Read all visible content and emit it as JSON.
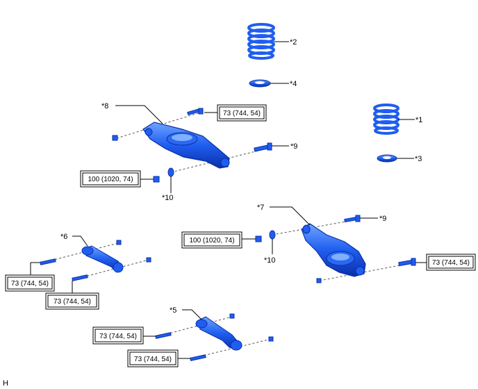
{
  "callouts": {
    "c1": "*1",
    "c2": "*2",
    "c3": "*3",
    "c4": "*4",
    "c5": "*5",
    "c6": "*6",
    "c7": "*7",
    "c8": "*8",
    "c9a": "*9",
    "c9b": "*9",
    "c10a": "*10",
    "c10b": "*10"
  },
  "torque": {
    "t_upper_arm": "73 (744, 54)",
    "t_upper_nut": "100 (1020, 74)",
    "t_lower_arm_bolt": "73 (744, 54)",
    "t_lower_arm_nut": "100 (1020, 74)",
    "t_link6_a": "73 (744, 54)",
    "t_link6_b": "73 (744, 54)",
    "t_link5_a": "73 (744, 54)",
    "t_link5_b": "73 (744, 54)"
  },
  "corner_mark": "H",
  "colors": {
    "part_fill": "#1f5ef0",
    "part_stroke": "#0a2fa8",
    "highlight": "#7fb0ff"
  }
}
